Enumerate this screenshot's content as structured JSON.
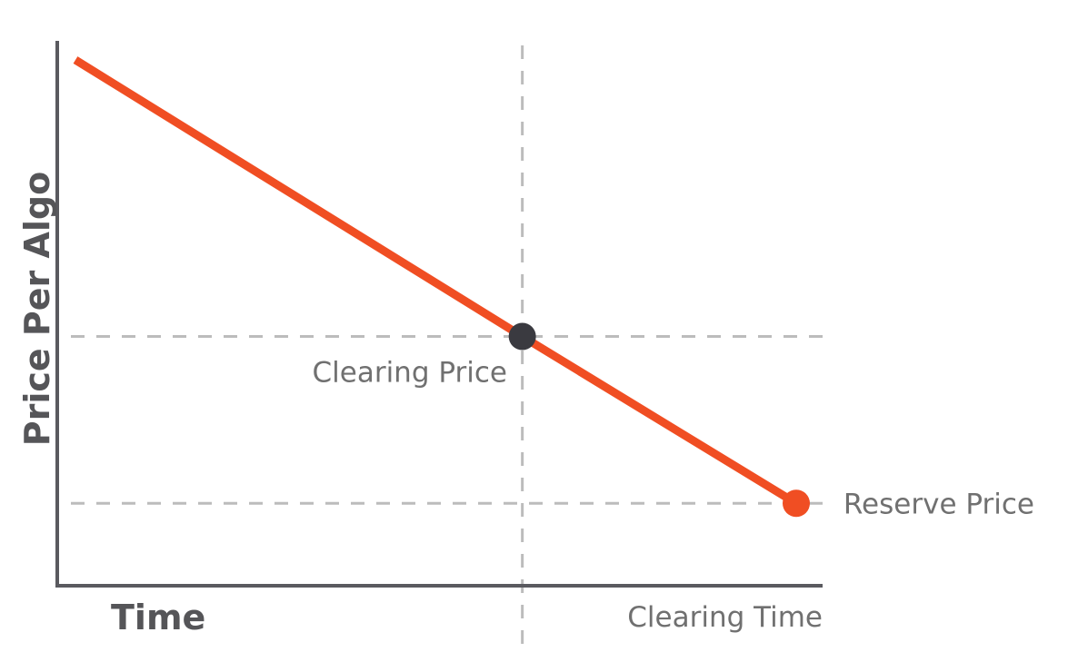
{
  "chart_data": {
    "type": "line",
    "xlabel": "Time",
    "ylabel": "Price Per Algo",
    "xlim": [
      0,
      1
    ],
    "ylim": [
      0,
      1
    ],
    "grid": false,
    "series": [
      {
        "x": [
          0,
          0.62,
          1
        ],
        "y": [
          1,
          0.42,
          0.07
        ]
      }
    ],
    "points": [
      {
        "x": 0.62,
        "y": 0.42,
        "color": "#3a3a40"
      },
      {
        "x": 1,
        "y": 0.07,
        "color": "#f04e23"
      }
    ],
    "reference_lines": [
      {
        "orientation": "horizontal",
        "value": 0.42,
        "label": "Clearing Price"
      },
      {
        "orientation": "horizontal",
        "value": 0.07,
        "label": "Reserve Price"
      },
      {
        "orientation": "vertical",
        "value": 0.62,
        "label": "Clearing Time"
      }
    ],
    "colors": {
      "line": "#f04e23",
      "axis": "#5a5a5f",
      "guide": "#bcbcbc",
      "axis_label_text": "#555558",
      "annotation_text": "#707070"
    }
  }
}
